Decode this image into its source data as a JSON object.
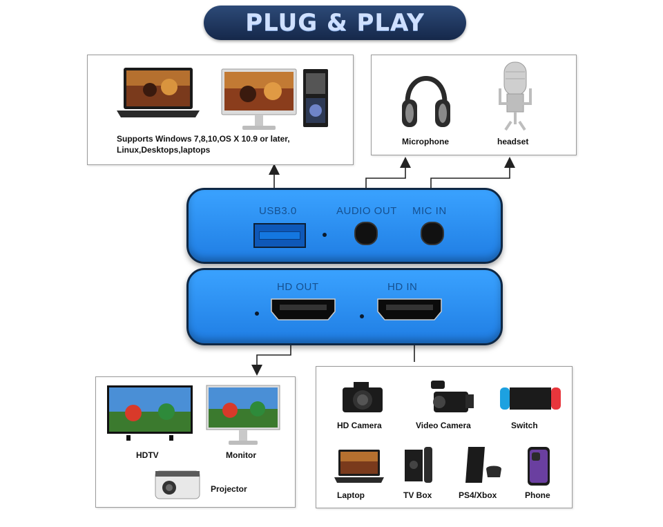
{
  "banner": {
    "title": "PLUG & PLAY"
  },
  "computer_box": {
    "description_line1": "Supports Windows 7,8,10,OS X 10.9 or later,",
    "description_line2": "Linux,Desktops,laptops"
  },
  "audio_box": {
    "left_label": "Microphone",
    "right_label": "headset"
  },
  "device_top": {
    "usb_label": "USB3.0",
    "audio_out_label": "AUDIO OUT",
    "mic_in_label": "MIC IN"
  },
  "device_bottom": {
    "hd_out_label": "HD OUT",
    "hd_in_label": "HD IN"
  },
  "output_box": {
    "hdtv_label": "HDTV",
    "monitor_label": "Monitor",
    "projector_label": "Projector"
  },
  "input_box": {
    "items": [
      {
        "label": "HD Camera"
      },
      {
        "label": "Video Camera"
      },
      {
        "label": "Switch"
      },
      {
        "label": "Laptop"
      },
      {
        "label": "TV Box"
      },
      {
        "label": "PS4/Xbox"
      },
      {
        "label": "Phone"
      }
    ]
  },
  "colors": {
    "device_blue": "#2b8ef2",
    "banner_navy": "#1e345c",
    "text_blue": "#16508f"
  }
}
